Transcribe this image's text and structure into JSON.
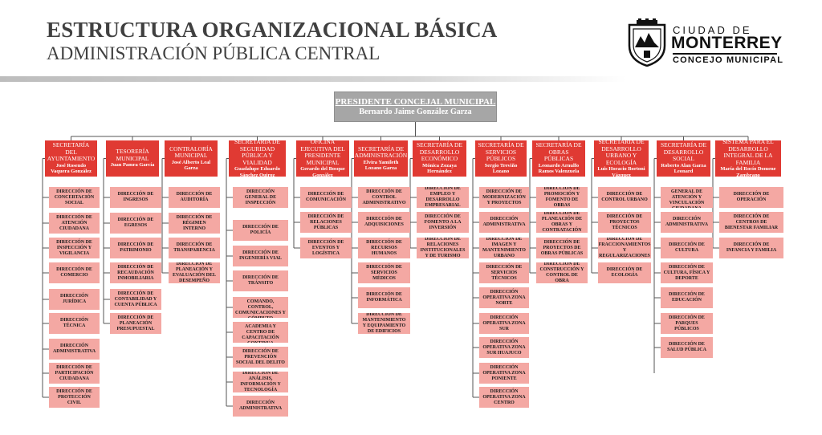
{
  "header": {
    "title": "ESTRUCTURA ORGANIZACIONAL BÁSICA",
    "subtitle": "ADMINISTRACIÓN PÚBLICA CENTRAL"
  },
  "logo": {
    "line1": "CIUDAD DE",
    "line2": "MONTERREY",
    "line3": "CONCEJO MUNICIPAL"
  },
  "colors": {
    "secretaria": "#e03a33",
    "direccion": "#f4a8a3",
    "presidente": "#a6a6a6",
    "connector": "#555555"
  },
  "president": {
    "title": "PRESIDENTE CONCEJAL MUNICIPAL",
    "name": "Bernardo Jaime González Garza"
  },
  "secretarias": [
    {
      "title": "SECRETARÍA DEL AYUNTAMIENTO",
      "name": "José Rosendo Vaquera González",
      "direcciones": [
        "DIRECCIÓN DE CONCERTACIÓN SOCIAL",
        "DIRECCIÓN DE ATENCIÓN CIUDADANA",
        "DIRECCIÓN DE INSPECCIÓN Y VIGILANCIA",
        "DIRECCIÓN DE COMERCIO",
        "DIRECCIÓN JURÍDICA",
        "DIRECCIÓN TÉCNICA",
        "DIRECCIÓN ADMINISTRATIVA",
        "DIRECCIÓN DE PARTICIPACIÓN CIUDADANA",
        "DIRECCIÓN DE PROTECCIÓN CIVIL"
      ]
    },
    {
      "title": "TESORERÍA MUNICIPAL",
      "name": "Juan Pamra García",
      "direcciones": [
        "DIRECCIÓN DE INGRESOS",
        "DIRECCIÓN DE EGRESOS",
        "DIRECCIÓN DE PATRIMONIO",
        "DIRECCIÓN DE RECAUDACIÓN INMOBILIARIA",
        "DIRECCIÓN DE CONTABILIDAD Y CUENTA PÚBLICA",
        "DIRECCIÓN DE PLANEACIÓN PRESUPUESTAL"
      ]
    },
    {
      "title": "CONTRALORÍA MUNICIPAL",
      "name": "José Alberto Leal Garza",
      "direcciones": [
        "DIRECCIÓN DE AUDITORÍA",
        "DIRECCIÓN DE RÉGIMEN INTERNO",
        "DIRECCIÓN DE TRANSPARENCIA",
        "DIRECCIÓN DE PLANEACIÓN Y EVALUACIÓN DEL DESEMPEÑO"
      ]
    },
    {
      "title": "SECRETARÍA DE SEGURIDAD PÚBLICA Y VIALIDAD",
      "name": "Guadalupe Eduardo Sánchez Quiroz",
      "direcciones": [
        "DIRECCIÓN GENERAL DE INSPECCIÓN",
        "DIRECCIÓN DE POLICÍA",
        "DIRECCIÓN DE INGENIERÍA VIAL",
        "DIRECCIÓN DE TRÁNSITO",
        "DIRECCIÓN DE COMANDO, CONTROL, COMUNICACIONES Y CÓMPUTO",
        "DIRECCIÓN DE LA ACADEMIA Y CENTRO DE CAPACITACIÓN CONTINUA",
        "DIRECCIÓN DE PREVENCIÓN SOCIAL DEL DELITO",
        "DIRECCIÓN DE ANÁLISIS, INFORMACIÓN Y TECNOLOGÍA",
        "DIRECCIÓN ADMINISTRATIVA"
      ]
    },
    {
      "title": "OFICINA EJECUTIVA DEL PRESIDENTE MUNICIPAL",
      "name": "Gerardo del Bosque González",
      "direcciones": [
        "DIRECCIÓN DE COMUNICACIÓN",
        "DIRECCIÓN DE RELACIONES PÚBLICAS",
        "DIRECCIÓN DE EVENTOS Y LOGÍSTICA"
      ]
    },
    {
      "title": "SECRETARÍA DE ADMINISTRACIÓN",
      "name": "Elvira Yamileth Lozano Garza",
      "direcciones": [
        "DIRECCIÓN DE CONTROL ADMINISTRATIVO",
        "DIRECCIÓN DE ADQUISICIONES",
        "DIRECCIÓN DE RECURSOS HUMANOS",
        "DIRECCIÓN DE SERVICIOS MÉDICOS",
        "DIRECCIÓN DE INFORMÁTICA",
        "DIRECCIÓN DE MANTENIMIENTO Y EQUIPAMIENTO DE EDIFICIOS"
      ]
    },
    {
      "title": "SECRETARÍA DE DESARROLLO ECONÓMICO",
      "name": "Mónica Zozaya Hernández",
      "direcciones": [
        "DIRECCIÓN DE EMPLEO Y DESARROLLO EMPRESARIAL",
        "DIRECCIÓN DE FOMENTO A LA INVERSIÓN",
        "DIRECCIÓN DE RELACIONES INSTITUCIONALES Y DE TURISMO"
      ]
    },
    {
      "title": "SECRETARÍA DE SERVICIOS PÚBLICOS",
      "name": "Sergio Treviño Lozano",
      "direcciones": [
        "DIRECCIÓN DE MODERNIZACIÓN Y PROYECTOS",
        "DIRECCIÓN ADMINISTRATIVA",
        "DIRECCIÓN DE IMAGEN Y MANTENIMIENTO URBANO",
        "DIRECCIÓN DE SERVICIOS TÉCNICOS",
        "DIRECCIÓN OPERATIVA ZONA NORTE",
        "DIRECCIÓN OPERATIVA ZONA SUR",
        "DIRECCIÓN OPERATIVA ZONA SUR HUAJUCO",
        "DIRECCIÓN OPERATIVA ZONA PONIENTE",
        "DIRECCIÓN OPERATIVA ZONA CENTRO"
      ]
    },
    {
      "title": "SECRETARÍA DE OBRAS PÚBLICAS",
      "name": "Leonardo Arnulfo Ramos Valenzuela",
      "direcciones": [
        "DIRECCIÓN DE PROMOCIÓN Y FOMENTO DE OBRAS",
        "DIRECCIÓN DE PLANEACIÓN DE OBRAS Y CONTRATACIÓN",
        "DIRECCIÓN DE PROYECTOS DE OBRAS PÚBLICAS",
        "DIRECCIÓN DE CONSTRUCCIÓN Y CONTROL DE OBRA"
      ]
    },
    {
      "title": "SECRETARÍA DE DESARROLLO URBANO Y ECOLOGÍA",
      "name": "Luis Horacio Bortoni Vázquez",
      "direcciones": [
        "DIRECCIÓN DE CONTROL URBANO",
        "DIRECCIÓN DE PROYECTOS TÉCNICOS",
        "DIRECCIÓN DE FRACCIONAMIENTOS Y REGULARIZACIONES",
        "DIRECCIÓN DE ECOLOGÍA"
      ]
    },
    {
      "title": "SECRETARÍA DE DESARROLLO SOCIAL",
      "name": "Roberto Alan Garza Leonard",
      "direcciones": [
        "DIRECCIÓN GENERAL DE ATENCIÓN Y VINCULACIÓN CIUDADANA",
        "DIRECCIÓN ADMINISTRATIVA",
        "DIRECCIÓN DE CULTURA",
        "DIRECCIÓN DE CULTURA, FÍSICA Y DEPORTE",
        "DIRECCIÓN DE EDUCACIÓN",
        "DIRECCIÓN DE PARQUES PÚBLICOS",
        "DIRECCIÓN DE SALUD PÚBLICA"
      ]
    },
    {
      "title": "SISTEMA PARA EL DESARROLLO INTEGRAL DE LA FAMILIA",
      "name": "María del Rocío Domene Zambrano",
      "direcciones": [
        "DIRECCIÓN DE OPERACIÓN",
        "DIRECCIÓN DE CENTROS DE BIENESTAR FAMILIAR",
        "DIRECCIÓN DE INFANCIA Y FAMILIA"
      ]
    }
  ]
}
